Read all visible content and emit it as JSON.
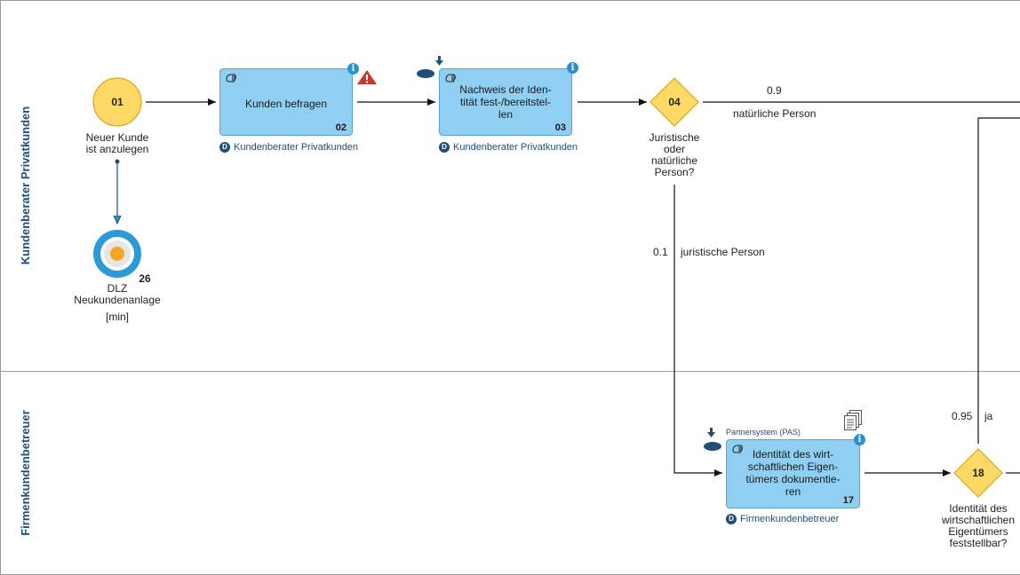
{
  "lanes": [
    {
      "label": "Kundenberater Privatkunden"
    },
    {
      "label": "Firmenkundenbetreuer"
    }
  ],
  "start_event": {
    "number": "01",
    "label_line1": "Neuer Kunde",
    "label_line2": "ist anzulegen"
  },
  "kpi_event": {
    "number": "26",
    "label_line1": "DLZ",
    "label_line2": "Neukundenanlage",
    "unit": "[min]"
  },
  "tasks": [
    {
      "number": "02",
      "line1": "Kunden befragen",
      "line2": "",
      "line3": "",
      "line4": "",
      "role": "Kundenberater Privatkunden"
    },
    {
      "number": "03",
      "line1": "Nachweis der Iden-",
      "line2": "tität fest-/bereitstel-",
      "line3": "len",
      "line4": "",
      "role": "Kundenberater Privatkunden"
    },
    {
      "number": "17",
      "line1": "Identität des wirt-",
      "line2": "schaftlichen Eigen-",
      "line3": "tümers dokumentie-",
      "line4": "ren",
      "role": "Firmenkundenbetreuer",
      "system": "Partnersystem (PAS)"
    }
  ],
  "gateways": [
    {
      "number": "04",
      "line1": "Juristische",
      "line2": "oder",
      "line3": "natürliche",
      "line4": "Person?"
    },
    {
      "number": "18",
      "line1": "Identität des",
      "line2": "wirtschaftlichen",
      "line3": "Eigentümers",
      "line4": "feststellbar?"
    }
  ],
  "flows": {
    "natural_prob": "0.9",
    "natural_label": "natürliche Person",
    "legal_prob": "0.1",
    "legal_label": "juristische Person",
    "yes_prob": "0.95",
    "yes_label": "ja"
  },
  "icons": {
    "info": "info-icon",
    "warning": "warning-icon",
    "role": "D",
    "hand": "manual-task-icon",
    "download": "download-arrow-icon",
    "document": "document-stack-icon"
  },
  "colors": {
    "task_fill": "#8fd0f2",
    "event_fill": "#ffd966",
    "gateway_fill": "#ffd966",
    "lane_text": "#1f4e79",
    "warning": "#c0392b"
  }
}
